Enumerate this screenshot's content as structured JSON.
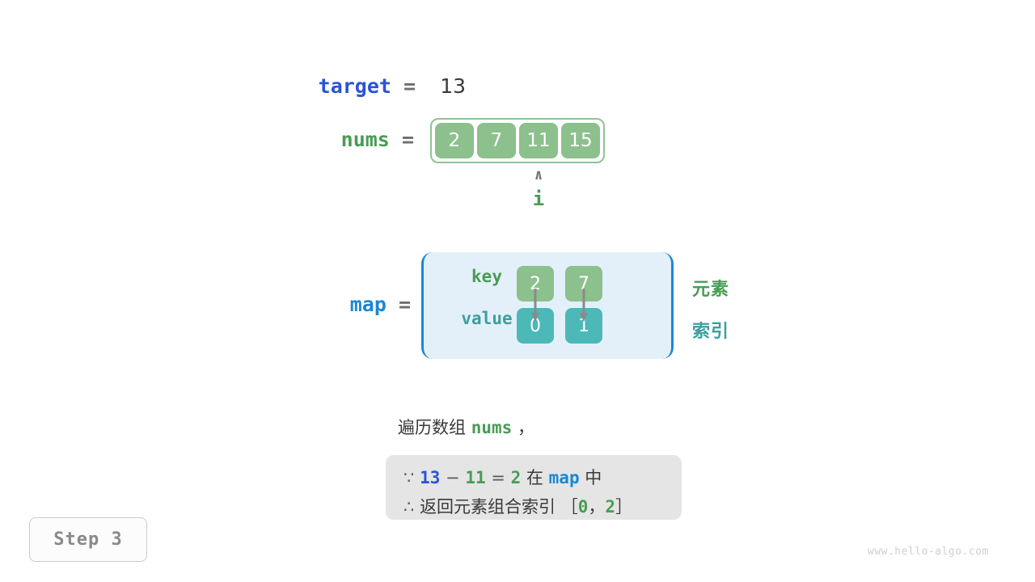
{
  "target": {
    "name": "target",
    "equals": "=",
    "value": "13"
  },
  "nums": {
    "name": "nums",
    "equals": "=",
    "cells": [
      "2",
      "7",
      "11",
      "15"
    ],
    "pointer": {
      "caret": "∧",
      "label": "i",
      "index": 2
    }
  },
  "map": {
    "name": "map",
    "equals": "=",
    "key_label": "key",
    "value_label": "value",
    "entries": [
      {
        "key": "2",
        "value": "0"
      },
      {
        "key": "7",
        "value": "1"
      }
    ],
    "legend": {
      "element": "元素",
      "index": "索引"
    }
  },
  "description": {
    "prefix": "遍历数组 ",
    "code": "nums",
    "suffix": " ，"
  },
  "note": {
    "line1": {
      "because": "∵",
      "a": "13",
      "minus": "−",
      "b": "11",
      "eq": "=",
      "c": "2",
      "in": "在",
      "map": "map",
      "zhong": "中"
    },
    "line2": {
      "therefore": "∴",
      "text_prefix": "返回元素组合索引 ［",
      "i0": "0",
      "comma": "，",
      "i1": "2",
      "text_suffix": "］"
    }
  },
  "step_badge": "Step 3",
  "watermark": "www.hello-algo.com",
  "colors": {
    "var_blue": "#2b54d4",
    "var_light_blue": "#1b87d4",
    "var_green": "#489c54",
    "cell_green": "#8cc08c",
    "cell_teal": "#4cb8b8",
    "map_bg": "#e3f0fa",
    "note_bg": "#e5e5e5",
    "arrow_gray": "#8a8a8a",
    "text_dark": "#3a3a3a"
  }
}
